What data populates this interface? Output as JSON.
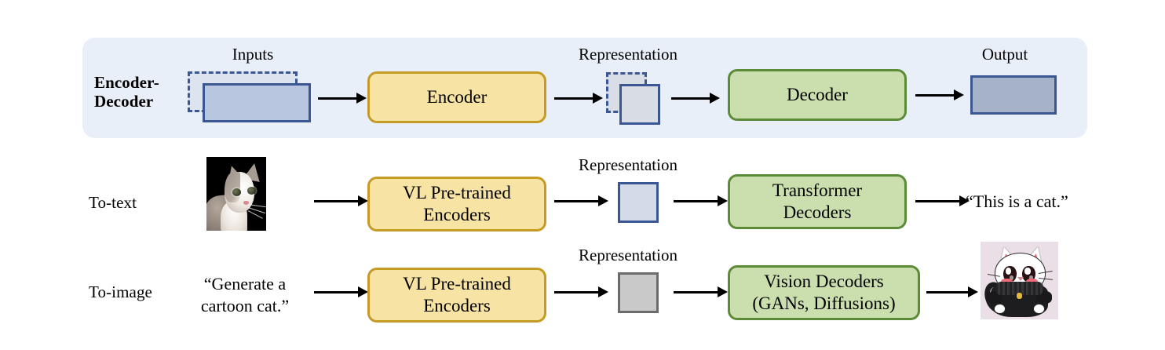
{
  "diagram": {
    "title_row": {
      "label": "Encoder-\nDecoder",
      "captions": {
        "inputs": "Inputs",
        "representation": "Representation",
        "output": "Output"
      },
      "encoder_box": "Encoder",
      "decoder_box": "Decoder"
    },
    "rows": [
      {
        "label": "To-text",
        "input_kind": "photo-cat",
        "input_text": "",
        "representation_caption": "Representation",
        "encoder_box": "VL Pre-trained\nEncoders",
        "decoder_box": "Transformer\nDecoders",
        "output_kind": "text",
        "output_text": "“This is a cat.”"
      },
      {
        "label": "To-image",
        "input_kind": "text",
        "input_text": "“Generate a\ncartoon cat.”",
        "representation_caption": "Representation",
        "encoder_box": "VL Pre-trained\nEncoders",
        "decoder_box": "Vision Decoders\n(GANs, Diffusions)",
        "output_kind": "cartoon-cat",
        "output_text": ""
      }
    ],
    "colors": {
      "panel_background": "#e8eff9",
      "encoder_fill": "#f7e3a3",
      "encoder_border": "#c59b26",
      "decoder_fill": "#cbdfae",
      "decoder_border": "#5c8b37",
      "data_blue_fill": "#b9c6e0",
      "data_blue_border": "#3a5794",
      "representation_gray": "#c9c9c9",
      "output_blue_fill": "#a6b2c8",
      "arrow": "#000000"
    }
  }
}
